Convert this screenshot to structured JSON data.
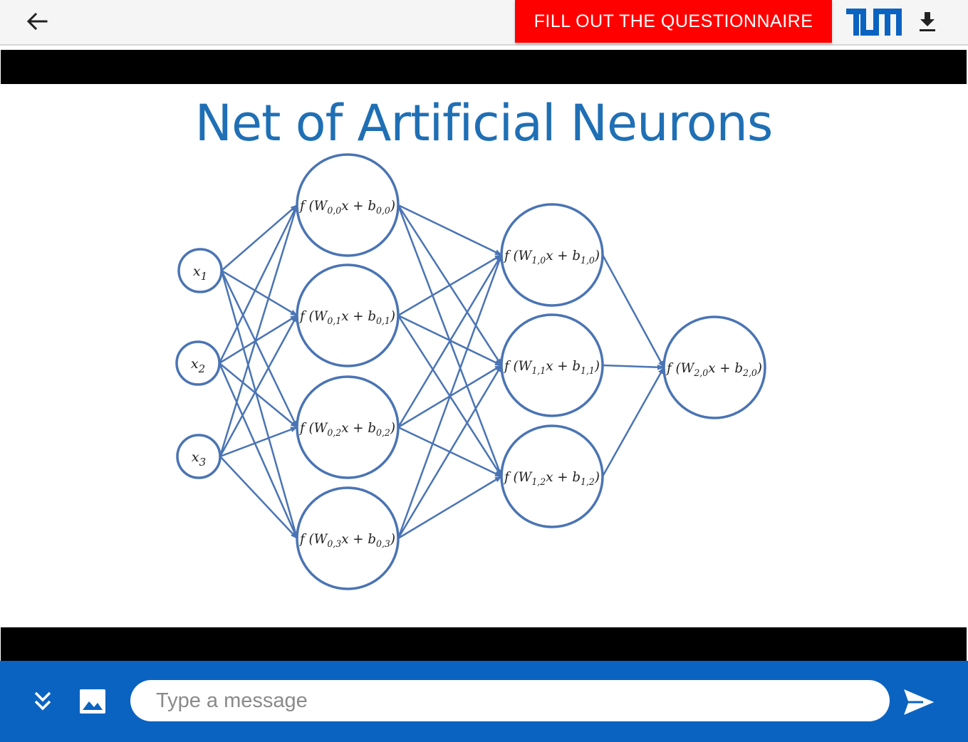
{
  "header": {
    "back_icon": "arrow-left-icon",
    "questionnaire_label": "FILL OUT THE QUESTIONNAIRE",
    "questionnaire_color": "#ff0000",
    "logo_icon": "tum-logo-icon",
    "logo_color": "#0b63c1",
    "download_icon": "download-icon"
  },
  "slide": {
    "title": "Net of Artificial Neurons",
    "title_color": "#1f6fb5",
    "inputs": [
      {
        "var": "x",
        "sub": "1"
      },
      {
        "var": "x",
        "sub": "2"
      },
      {
        "var": "x",
        "sub": "3"
      }
    ],
    "hidden1": [
      {
        "pre": "f (W",
        "sub1": "0,0",
        "mid": "x + b",
        "sub2": "0,0",
        "post": ")"
      },
      {
        "pre": "f (W",
        "sub1": "0,1",
        "mid": "x + b",
        "sub2": "0,1",
        "post": ")"
      },
      {
        "pre": "f (W",
        "sub1": "0,2",
        "mid": "x + b",
        "sub2": "0,2",
        "post": ")"
      },
      {
        "pre": "f (W",
        "sub1": "0,3",
        "mid": "x + b",
        "sub2": "0,3",
        "post": ")"
      }
    ],
    "hidden2": [
      {
        "pre": "f (W",
        "sub1": "1,0",
        "mid": "x + b",
        "sub2": "1,0",
        "post": ")"
      },
      {
        "pre": "f (W",
        "sub1": "1,1",
        "mid": "x + b",
        "sub2": "1,1",
        "post": ")"
      },
      {
        "pre": "f (W",
        "sub1": "1,2",
        "mid": "x + b",
        "sub2": "1,2",
        "post": ")"
      }
    ],
    "output": [
      {
        "pre": "f (W",
        "sub1": "2,0",
        "mid": "x + b",
        "sub2": "2,0",
        "post": ")"
      }
    ],
    "edge_color": "#4a74b4"
  },
  "footer": {
    "collapse_icon": "double-chevron-down-icon",
    "image_icon": "image-icon",
    "message_placeholder": "Type a message",
    "message_value": "",
    "send_icon": "send-icon",
    "bar_color": "#0b63c1"
  }
}
